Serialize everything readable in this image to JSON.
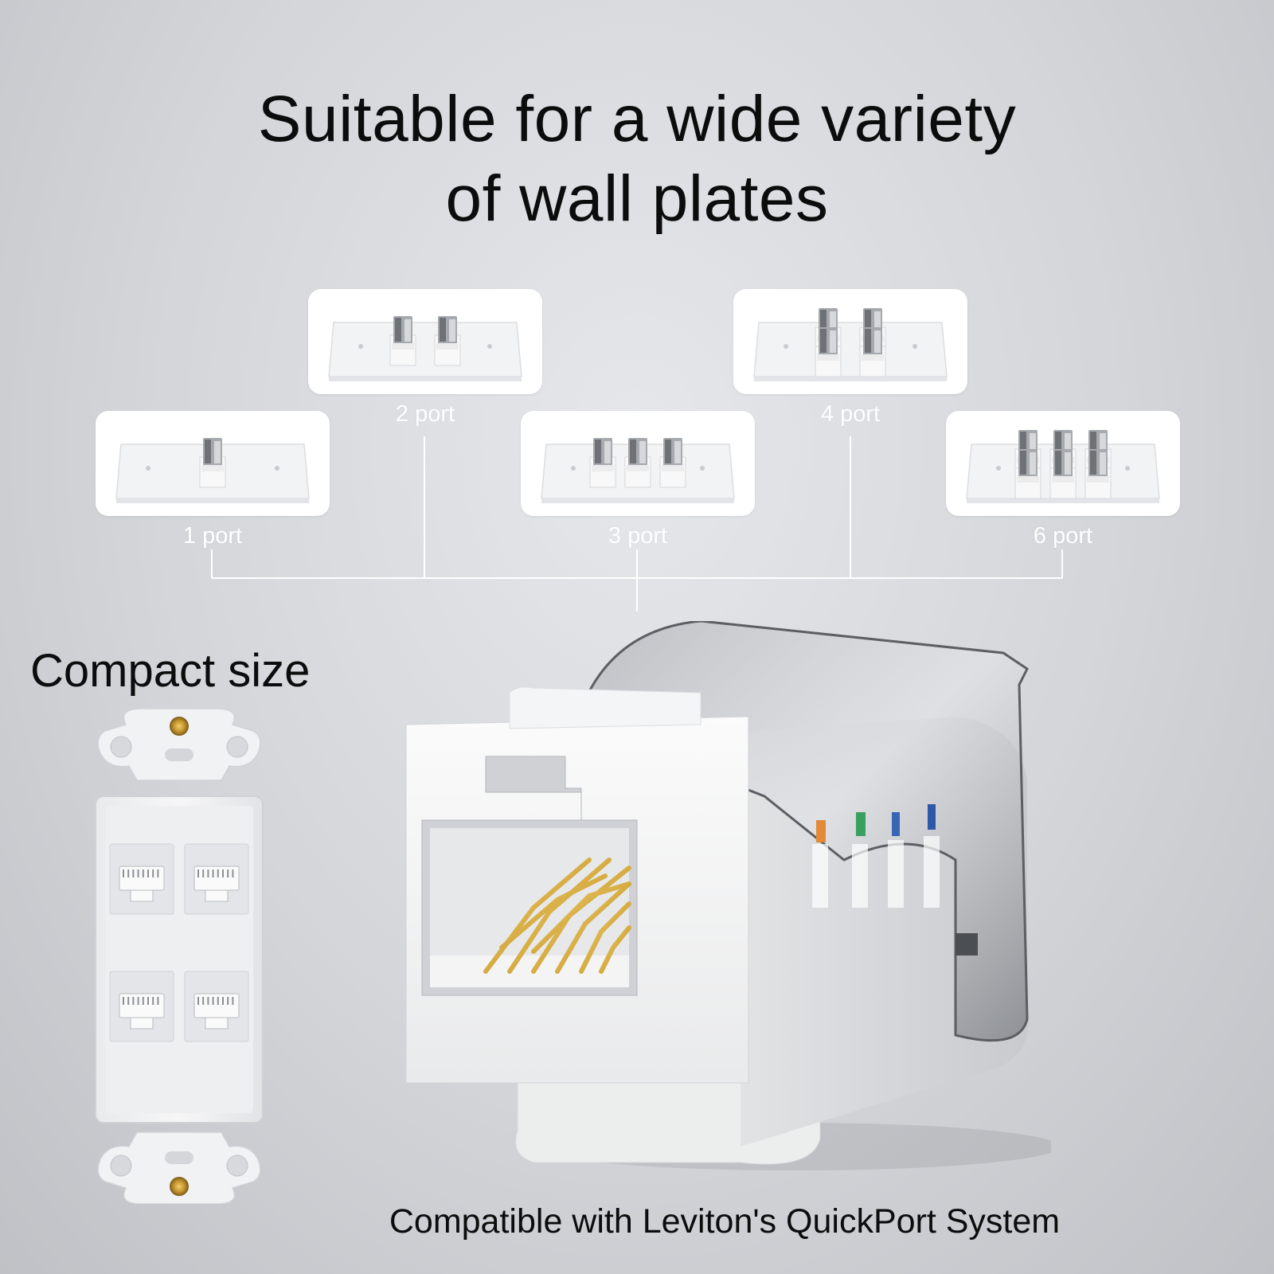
{
  "headline": {
    "line1": "Suitable for a wide variety",
    "line2": "of wall plates"
  },
  "plates": [
    {
      "label": "1 port",
      "ports": 1
    },
    {
      "label": "2 port",
      "ports": 2
    },
    {
      "label": "3 port",
      "ports": 3
    },
    {
      "label": "4 port",
      "ports": 4
    },
    {
      "label": "6 port",
      "ports": 6
    }
  ],
  "compact": {
    "title": "Compact size",
    "ports": 4
  },
  "footer": {
    "caption": "Compatible with Leviton's QuickPort System"
  },
  "colors": {
    "text": "#0c0c0c",
    "label": "#ffffff",
    "card": "#ffffff",
    "connector_line": "#ffffff",
    "gold_contact": "#d4a020"
  },
  "icons": {
    "plate": "wall-plate-icon",
    "jack": "keystone-jack-icon"
  }
}
